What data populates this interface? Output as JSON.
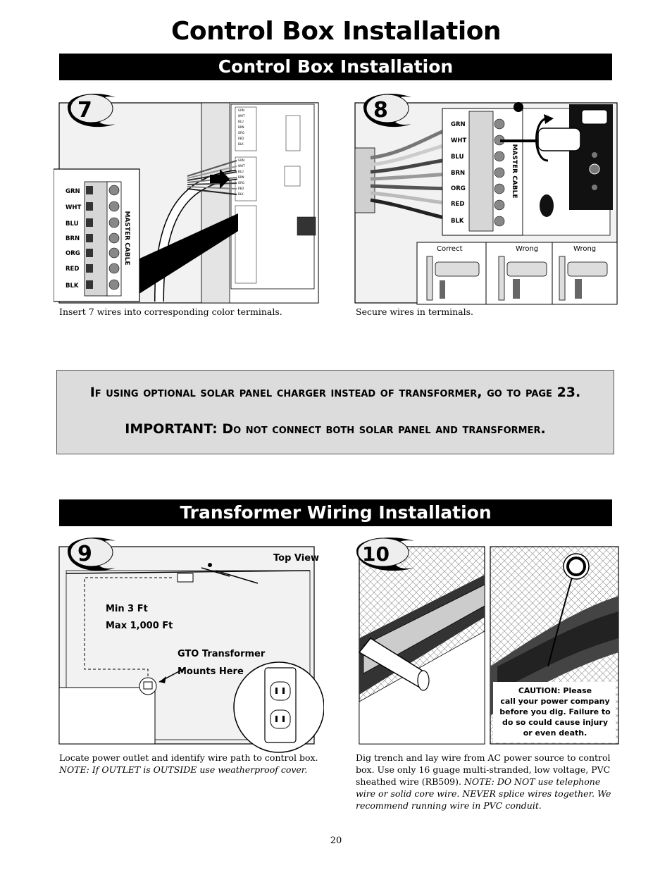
{
  "page": {
    "title": "Control Box Installation",
    "page_number": "20"
  },
  "section1": {
    "banner": "Control Box Installation",
    "step7": {
      "number": "7",
      "wire_labels": [
        "GRN",
        "WHT",
        "BLU",
        "BRN",
        "ORG",
        "RED",
        "BLK"
      ],
      "terminal_label": "MASTER CABLE",
      "caption": "Insert 7 wires into corresponding color terminals."
    },
    "step8": {
      "number": "8",
      "wire_labels": [
        "GRN",
        "WHT",
        "BLU",
        "BRN",
        "ORG",
        "RED",
        "BLK"
      ],
      "terminal_label": "MASTER CABLE",
      "inset_labels": [
        "Correct",
        "Wrong",
        "Wrong"
      ],
      "caption": "Secure wires in terminals."
    }
  },
  "notice": {
    "line1_prefix": "If using optional solar panel charger instead of transformer, go to page",
    "line1_page": "23.",
    "line2_bold": "IMPORTANT:",
    "line2_rest": "Do not connect both solar panel and transformer."
  },
  "section2": {
    "banner": "Transformer Wiring Installation",
    "step9": {
      "number": "9",
      "top_view": "Top View",
      "min": "Min 3 Ft",
      "max": "Max 1,000 Ft",
      "transformer_line1": "GTO Transformer",
      "transformer_line2": "Mounts Here",
      "caption_normal": "Locate power outlet and identify wire path to control box.",
      "caption_italic": "NOTE: If OUTLET is OUTSIDE use weatherproof cover."
    },
    "step10": {
      "number": "10",
      "caution": [
        "CAUTION: Please",
        "call your power company",
        "before you dig. Failure to",
        "do so could cause injury",
        "or even death."
      ],
      "caption_normal": "Dig trench and lay wire from AC power source to control box. Use only 16 guage multi-stranded, low voltage, PVC sheathed wire (RB509).",
      "caption_italic": "NOTE: DO NOT use telephone wire or solid core wire. NEVER splice wires together. We recommend running wire in PVC conduit."
    }
  }
}
